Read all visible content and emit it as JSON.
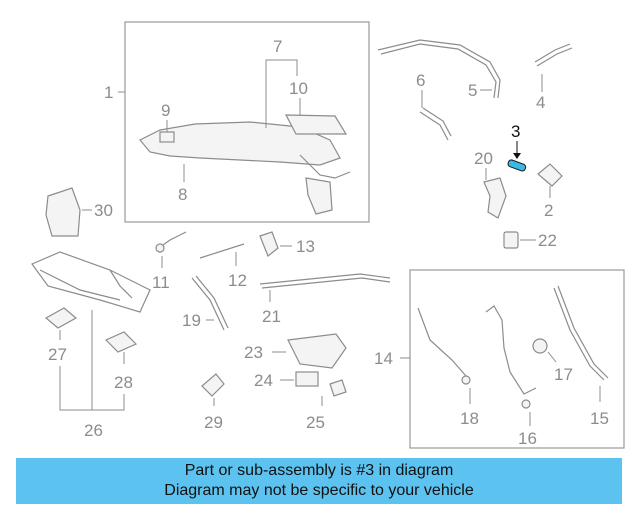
{
  "diagram": {
    "callouts": {
      "c1": "1",
      "c2": "2",
      "c3": "3",
      "c4": "4",
      "c5": "5",
      "c6": "6",
      "c7": "7",
      "c8": "8",
      "c9": "9",
      "c10": "10",
      "c11": "11",
      "c12": "12",
      "c13": "13",
      "c14": "14",
      "c15": "15",
      "c16": "16",
      "c17": "17",
      "c18": "18",
      "c19": "19",
      "c20": "20",
      "c21": "21",
      "c22": "22",
      "c23": "23",
      "c24": "24",
      "c25": "25",
      "c26": "26",
      "c27": "27",
      "c28": "28",
      "c29": "29",
      "c30": "30"
    },
    "highlight_color": "#3db7e4"
  },
  "banner": {
    "line1": "Part or sub-assembly is #3 in diagram",
    "line2": "Diagram may not be specific to your vehicle",
    "color": "#5cc2f0"
  }
}
